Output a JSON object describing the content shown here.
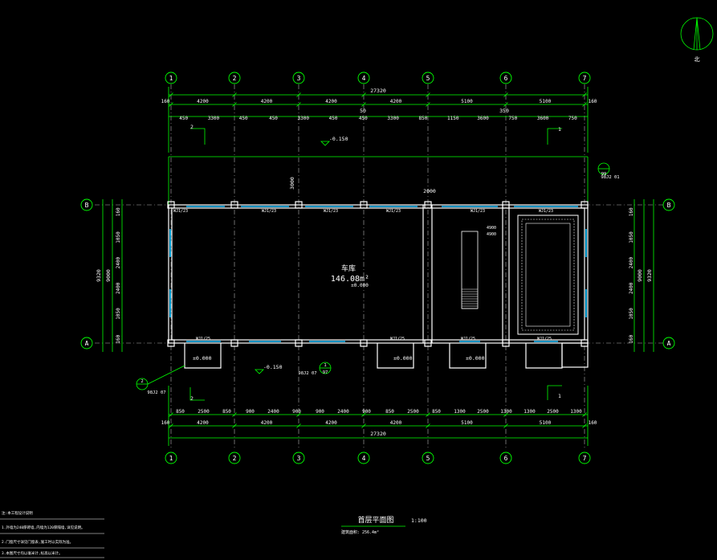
{
  "drawing": {
    "title": "首层平面图",
    "scale": "1:100",
    "north_label": "北",
    "area_note": "建筑面积: 256.4m²",
    "colors": {
      "background": "#000000",
      "dimension": "#00ff00",
      "wall": "#ffffff",
      "window": "#00bfff",
      "text": "#ffffff",
      "furniture": "#ff3333"
    }
  },
  "axes": {
    "columns": [
      "1",
      "2",
      "3",
      "4",
      "5",
      "6",
      "7"
    ],
    "rows": [
      "B",
      "A"
    ]
  },
  "dimensions": {
    "top_total": "27320",
    "top_bays": [
      "4200",
      "4200",
      "4200",
      "4200",
      "5100",
      "5100"
    ],
    "top_offsets": [
      "160",
      "160"
    ],
    "top_extra": [
      "50",
      "350"
    ],
    "top_windows": [
      "450",
      "3300",
      "450",
      "450",
      "3300",
      "450",
      "450",
      "3300",
      "850",
      "1150",
      "3600",
      "750",
      "3600",
      "750"
    ],
    "bottom_windows": [
      "850",
      "2500",
      "850",
      "900",
      "2400",
      "900",
      "900",
      "2400",
      "900",
      "850",
      "2500",
      "850",
      "1300",
      "2500",
      "1300",
      "1300",
      "2500",
      "1300"
    ],
    "bottom_bays": [
      "4200",
      "4200",
      "4200",
      "4200",
      "5100",
      "5100"
    ],
    "bottom_total": "27320",
    "left_total": "9320",
    "left_inner": "9000",
    "left_parts": [
      "160",
      "1050",
      "2400",
      "2400",
      "1050",
      "160"
    ],
    "right_total": "9320",
    "right_inner": "9000",
    "right_parts": [
      "160",
      "1050",
      "2400",
      "2400",
      "1050",
      "160"
    ],
    "door_width": "2000",
    "stair_dim": "3000"
  },
  "labels": {
    "room_name": "车库",
    "room_area": "146.08m²",
    "floor_level": "±0.000",
    "outdoor_level_top": "-0.150",
    "outdoor_level_bottom": "-0.150",
    "window_tags": [
      "WJ1/23",
      "WJ1/23",
      "WJ1/23",
      "WJ1/23",
      "WJ1/23",
      "WJ1/23"
    ],
    "door_tags": [
      "WJ1/25",
      "WJ1/25",
      "WJ1/25",
      "WJ1/25"
    ],
    "stair_tags": [
      "4900",
      "4900"
    ],
    "section_marks": [
      "2",
      "1",
      "2",
      "1"
    ],
    "detail_ref_top": "98J2 01",
    "detail_ref_bottom": "98J2 07",
    "detail_ref_left": "98J2 07",
    "detail_num": [
      "1",
      "97",
      "2",
      "99"
    ],
    "door_levels": [
      "±0.000",
      "±0.000",
      "±0.000"
    ]
  },
  "notes": [
    "注:本工程设计说明",
    "1.外墙为240厚砖墙,内墙为120厚隔墙,详见说明。",
    "2.门窗尺寸详见门窗表,施工时以实际为准。",
    "3.本图尺寸均以毫米计,标高以米计。"
  ]
}
